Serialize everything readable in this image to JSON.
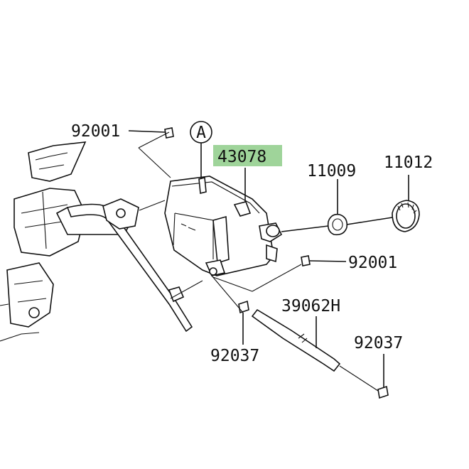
{
  "diagram": {
    "labels": {
      "p92001_top": "92001",
      "ref_a": "A",
      "p43078": "43078",
      "p11009": "11009",
      "p11012": "11012",
      "p92001_right": "92001",
      "p39062h": "39062H",
      "p92037_left": "92037",
      "p92037_right": "92037"
    },
    "highlight_color": "#9fd49a"
  }
}
